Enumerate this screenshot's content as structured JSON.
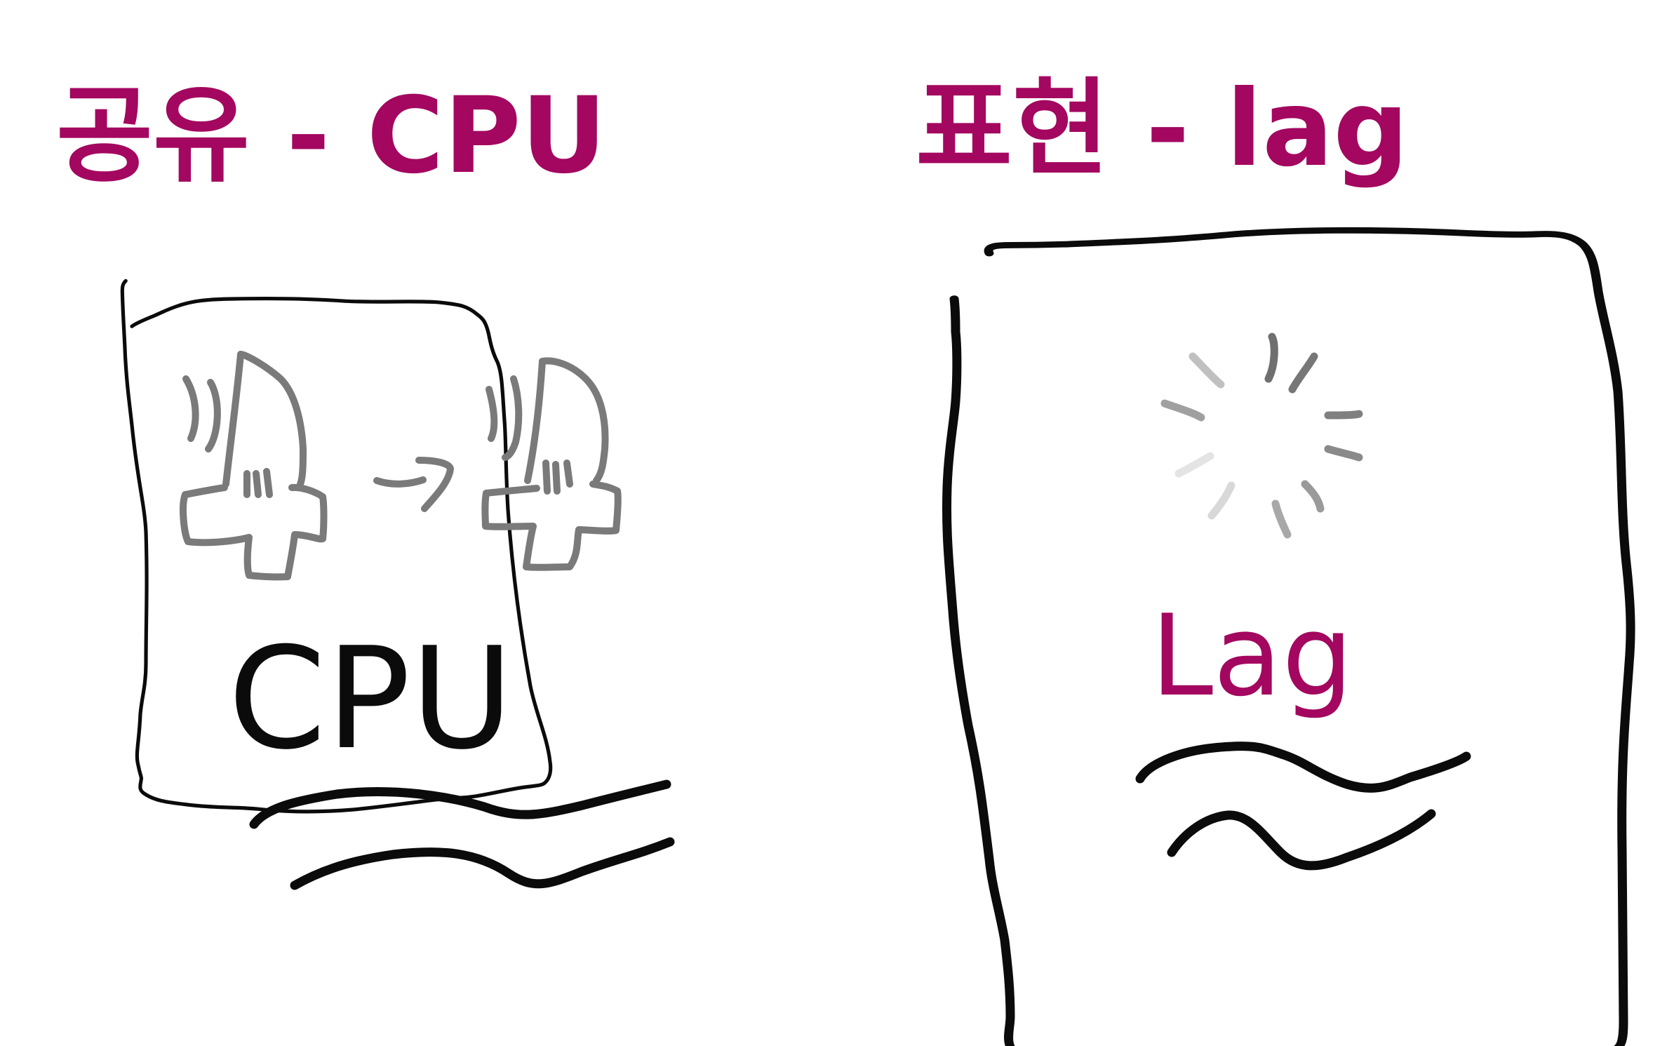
{
  "colors": {
    "accent": "#a3075f",
    "ink": "#0b0b0b",
    "sketch_grey": "#7a7a7a",
    "background": "#ffffff"
  },
  "left_heading": "공유 - CPU",
  "right_heading": "표현 - lag",
  "left_card": {
    "title": "CPU",
    "icon": "hand-ok-arrow-to-hand-icon"
  },
  "right_card": {
    "title": "Lag",
    "icon": "loading-spinner-icon"
  }
}
